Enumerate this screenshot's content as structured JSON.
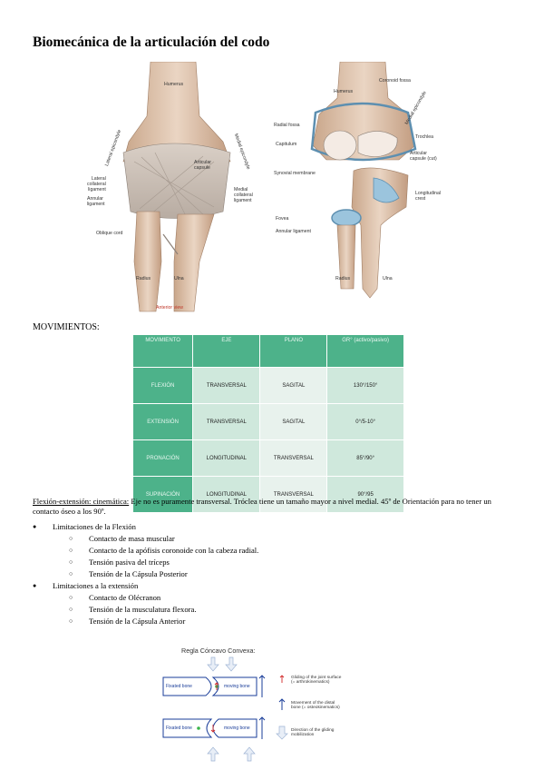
{
  "title": "Biomecánica de la articulación del codo",
  "figure_left": {
    "labels": {
      "humerus": "Humerus",
      "lateral_collateral": "Lateral\ncollateral\nligament",
      "annular": "Annular\nligament",
      "oblique": "Oblique cord",
      "articular_capsule": "Articular\ncapsule",
      "medial_collateral": "Medial\ncollateral\nligament",
      "lateral_epicondyle": "Lateral epicondyle",
      "medial_epicondyle": "Medial epicondyle",
      "radius": "Radius",
      "ulna": "Ulna",
      "view": "Anterior view"
    }
  },
  "figure_right": {
    "labels": {
      "humerus": "Humerus",
      "coronoid_fossa": "Coronoid fossa",
      "medial_epicondyle": "Medial epicondyle",
      "radial_fossa": "Radial fossa",
      "capitulum": "Capitulum",
      "trochlea": "Trochlea",
      "articular_capsule_cut": "Articular\ncapsule (cut)",
      "synovial": "Synovial membrane",
      "longitudinal_crest": "Longitudinal\ncrest",
      "fovea": "Fovea",
      "annular": "Annular ligament",
      "radius": "Radius",
      "ulna": "Ulna"
    }
  },
  "section_title": "MOVIMIENTOS:",
  "table": {
    "headers": [
      "MOVIMIENTO",
      "EJE",
      "PLANO",
      "GR° (activo/pasivo)"
    ],
    "rows": [
      [
        "FLEXIÓN",
        "TRANSVERSAL",
        "SAGITAL",
        "130°/150°"
      ],
      [
        "EXTENSIÓN",
        "TRANSVERSAL",
        "SAGITAL",
        "0°/5-10°"
      ],
      [
        "PRONACIÓN",
        "LONGITUDINAL",
        "TRANSVERSAL",
        "85°/90°"
      ],
      [
        "SUPINACIÓN",
        "LONGITUDINAL",
        "TRANSVERSAL",
        "90°/95"
      ]
    ]
  },
  "paragraph": {
    "lead": "Flexión-extensión: cinemática:",
    "text": " Eje no es puramente transversal. Tróclea tiene un tamaño mayor a nivel medial. 45º de Orientación para no tener un contacto óseo a los 90º."
  },
  "limitations": [
    {
      "title": "Limitaciones de la Flexión",
      "items": [
        "Contacto de masa muscular",
        "Contacto de la apófisis coronoide con la cabeza radial.",
        "Tensión pasiva del tríceps",
        "Tensión de la Cápsula Posterior"
      ]
    },
    {
      "title": "Limitaciones a la extensión",
      "items": [
        "Contacto de Olécranon",
        "Tensión de la musculatura flexora.",
        "Tensión de la Cápsula Anterior"
      ]
    }
  ],
  "rule": {
    "title": "Regla Cóncavo Convexa:",
    "fixed": "Fixated bone",
    "moving": "moving bone",
    "legend_1": "Gliding of the joint surface\n(= arthrokinematics)",
    "legend_2": "Movement of the distal\nbone (= osteokinematics)",
    "legend_3": "Direction of the gliding\nmobilization"
  }
}
